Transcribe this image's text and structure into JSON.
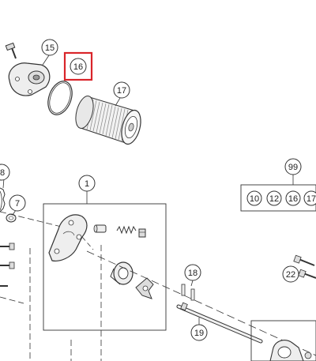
{
  "callouts": {
    "c15": "15",
    "c16": "16",
    "c17": "17",
    "c8": "8",
    "c7": "7",
    "c1": "1",
    "c99": "99",
    "c18": "18",
    "c22": "22",
    "c19": "19",
    "kit": [
      "10",
      "12",
      "16",
      "17"
    ]
  },
  "highlight": {
    "target": "16",
    "color": "#d9252a"
  },
  "colors": {
    "line": "#333333",
    "part_fill": "#eeeeee",
    "dark": "#555555"
  }
}
